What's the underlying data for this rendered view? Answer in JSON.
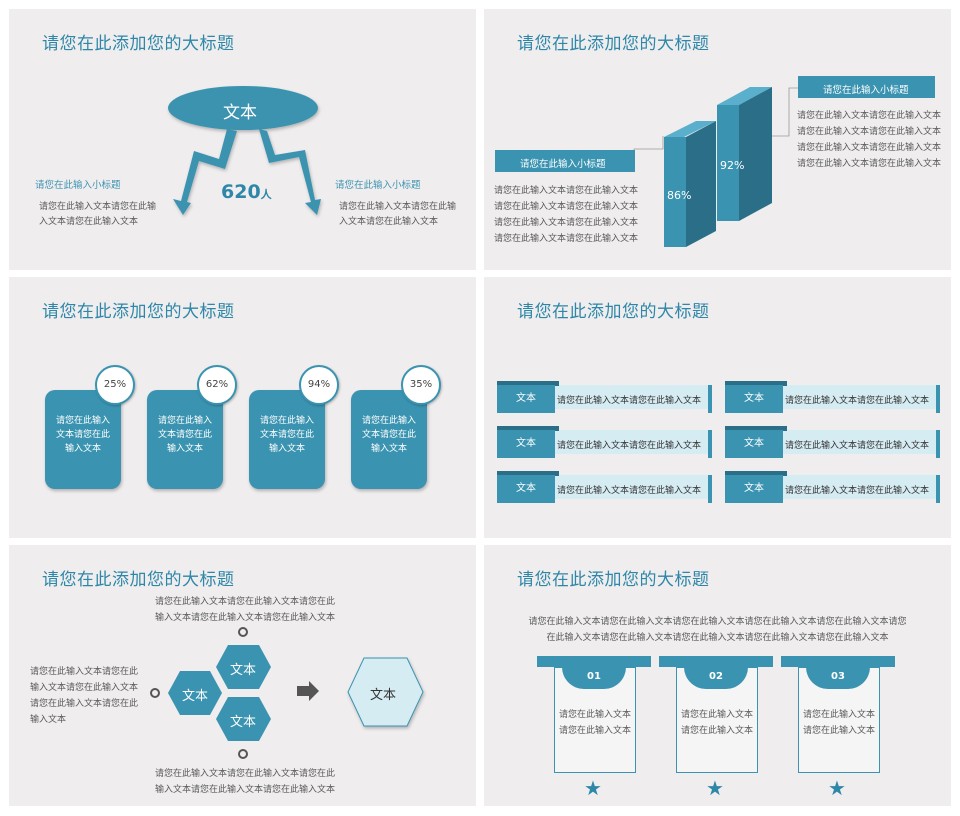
{
  "colors": {
    "teal": "#3a93b0",
    "dark_teal": "#2a6f87",
    "light": "#d6ecf3",
    "bg": "#efedee"
  },
  "slide1": {
    "title": "请您在此添加您的大标题",
    "oval": "文本",
    "count": "620",
    "count_unit": "人",
    "left_sub": "请您在此输入小标题",
    "left_text": [
      "请您在此输入文本请您在此输",
      "入文本请您在此输入文本"
    ],
    "right_sub": "请您在此输入小标题",
    "right_text": [
      "请您在此输入文本请您在此输",
      "入文本请您在此输入文本"
    ]
  },
  "slide2": {
    "title": "请您在此添加您的大标题",
    "top_label": "请您在此输入小标题",
    "left_label": "请您在此输入小标题",
    "bar1": "86%",
    "bar2": "92%",
    "right_text": [
      "请您在此输入文本请您在此输入文本",
      "请您在此输入文本请您在此输入文本",
      "请您在此输入文本请您在此输入文本",
      "请您在此输入文本请您在此输入文本"
    ],
    "left_text": [
      "请您在此输入文本请您在此输入文本",
      "请您在此输入文本请您在此输入文本",
      "请您在此输入文本请您在此输入文本",
      "请您在此输入文本请您在此输入文本"
    ]
  },
  "slide3": {
    "title": "请您在此添加您的大标题",
    "cards": [
      {
        "pct": "25%",
        "text": [
          "请您在此输入",
          "文本请您在此",
          "输入文本"
        ]
      },
      {
        "pct": "62%",
        "text": [
          "请您在此输入",
          "文本请您在此",
          "输入文本"
        ]
      },
      {
        "pct": "94%",
        "text": [
          "请您在此输入",
          "文本请您在此",
          "输入文本"
        ]
      },
      {
        "pct": "35%",
        "text": [
          "请您在此输入",
          "文本请您在此",
          "输入文本"
        ]
      }
    ]
  },
  "slide4": {
    "title": "请您在此添加您的大标题",
    "rows": [
      {
        "tag": "文本",
        "text": "请您在此输入文本请您在此输入文本"
      },
      {
        "tag": "文本",
        "text": "请您在此输入文本请您在此输入文本"
      },
      {
        "tag": "文本",
        "text": "请您在此输入文本请您在此输入文本"
      },
      {
        "tag": "文本",
        "text": "请您在此输入文本请您在此输入文本"
      },
      {
        "tag": "文本",
        "text": "请您在此输入文本请您在此输入文本"
      },
      {
        "tag": "文本",
        "text": "请您在此输入文本请您在此输入文本"
      }
    ]
  },
  "slide5": {
    "title": "请您在此添加您的大标题",
    "top_text": [
      "请您在此输入文本请您在此输入文本请您在此",
      "输入文本请您在此输入文本请您在此输入文本"
    ],
    "left_text": [
      "请您在此输入文本请您在此",
      "输入文本请您在此输入文本",
      "请您在此输入文本请您在此",
      "输入文本"
    ],
    "bottom_text": [
      "请您在此输入文本请您在此输入文本请您在此",
      "输入文本请您在此输入文本请您在此输入文本"
    ],
    "hex1": "文本",
    "hex2": "文本",
    "hex3": "文本",
    "hex_big": "文本"
  },
  "slide6": {
    "title": "请您在此添加您的大标题",
    "intro": [
      "请您在此输入文本请您在此输入文本请您在此输入文本请您在此输入文本请您在此输入文本请您",
      "在此输入文本请您在此输入文本请您在此输入文本请您在此输入文本请您在此输入文本"
    ],
    "cols": [
      {
        "num": "01",
        "text": [
          "请您在此输入文本",
          "请您在此输入文本"
        ]
      },
      {
        "num": "02",
        "text": [
          "请您在此输入文本",
          "请您在此输入文本"
        ]
      },
      {
        "num": "03",
        "text": [
          "请您在此输入文本",
          "请您在此输入文本"
        ]
      }
    ]
  }
}
